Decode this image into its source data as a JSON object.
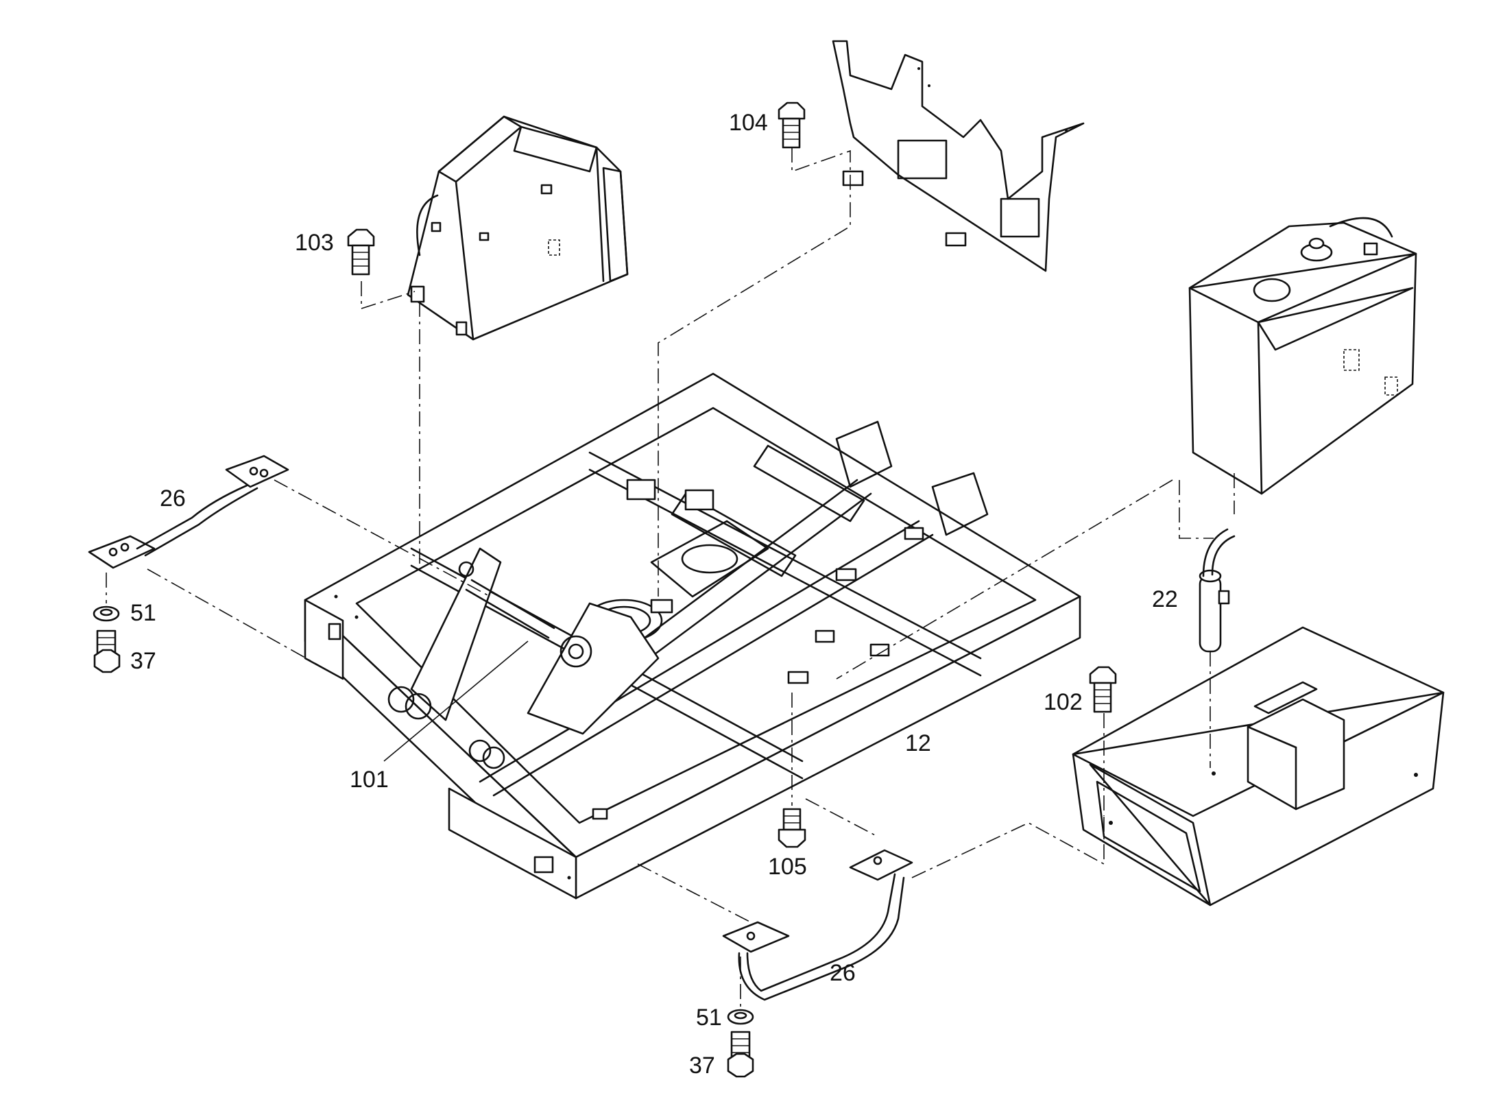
{
  "diagram": {
    "colors": {
      "ink": "#111111",
      "paper": "#ffffff"
    },
    "callouts": [
      {
        "id": "c12a",
        "label": "12"
      },
      {
        "id": "c22",
        "label": "22"
      },
      {
        "id": "c26a",
        "label": "26"
      },
      {
        "id": "c26b",
        "label": "26"
      },
      {
        "id": "c37a",
        "label": "37"
      },
      {
        "id": "c37b",
        "label": "37"
      },
      {
        "id": "c51a",
        "label": "51"
      },
      {
        "id": "c51b",
        "label": "51"
      },
      {
        "id": "c101",
        "label": "101"
      },
      {
        "id": "c102",
        "label": "102"
      },
      {
        "id": "c103",
        "label": "103"
      },
      {
        "id": "c104",
        "label": "104"
      },
      {
        "id": "c105",
        "label": "105"
      }
    ]
  }
}
